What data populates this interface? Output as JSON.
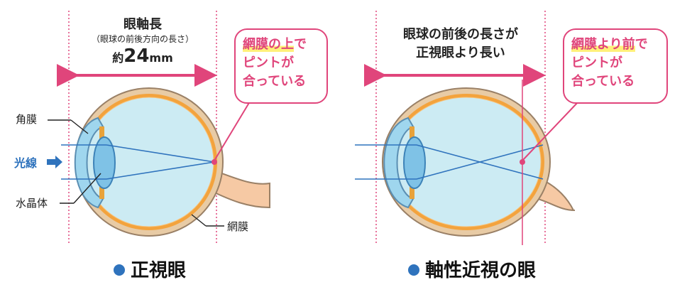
{
  "left": {
    "axial_length_title": "眼軸長",
    "axial_length_sub": "（眼球の前後方向の長さ）",
    "axial_length_prefix": "約",
    "axial_length_value": "24",
    "axial_length_unit": "mm",
    "callout_highlight": "網膜の上",
    "callout_line1_rest": "で",
    "callout_line2": "ピントが",
    "callout_line3": "合っている",
    "label_cornea": "角膜",
    "label_light": "光線",
    "label_lens": "水晶体",
    "label_retina": "網膜",
    "caption": "正視眼"
  },
  "right": {
    "header_line1": "眼球の前後の長さが",
    "header_line2": "正視眼より長い",
    "callout_highlight": "網膜より前",
    "callout_line1_rest": "で",
    "callout_line2": "ピントが",
    "callout_line3": "合っている",
    "caption": "軸性近視の眼"
  },
  "colors": {
    "accent_pink": "#e0457b",
    "caption_dot": "#2f73bd",
    "light_blue": "#2f73bd",
    "highlight": "#fff07a"
  }
}
